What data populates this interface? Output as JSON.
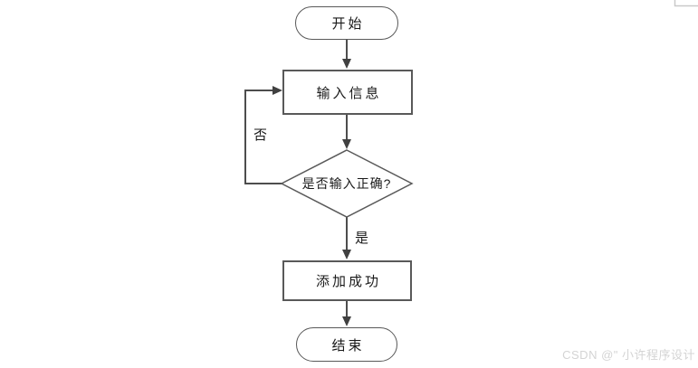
{
  "flowchart": {
    "title": "add-record-flow",
    "nodes": {
      "start": {
        "type": "terminator",
        "label": "开始"
      },
      "input": {
        "type": "process",
        "label": "输入信息"
      },
      "decision": {
        "type": "decision",
        "label": "是否输入正确?"
      },
      "success": {
        "type": "process",
        "label": "添加成功"
      },
      "end": {
        "type": "terminator",
        "label": "结束"
      }
    },
    "edges": [
      {
        "from": "start",
        "to": "input",
        "label": ""
      },
      {
        "from": "input",
        "to": "decision",
        "label": ""
      },
      {
        "from": "decision",
        "to": "input",
        "label": "否"
      },
      {
        "from": "decision",
        "to": "success",
        "label": "是"
      },
      {
        "from": "success",
        "to": "end",
        "label": ""
      }
    ],
    "edge_labels": {
      "no": "否",
      "yes": "是"
    }
  },
  "watermark": {
    "text": "CSDN @\" 小许程序设计"
  },
  "colors": {
    "background": "#ffffff",
    "shape_border": "#595959",
    "connector": "#4d4d4d",
    "arrowhead": "#404040",
    "text": "#1a1a1a",
    "watermark_text": "#d4d4d4",
    "corner_mark": "#c9c9c9"
  }
}
